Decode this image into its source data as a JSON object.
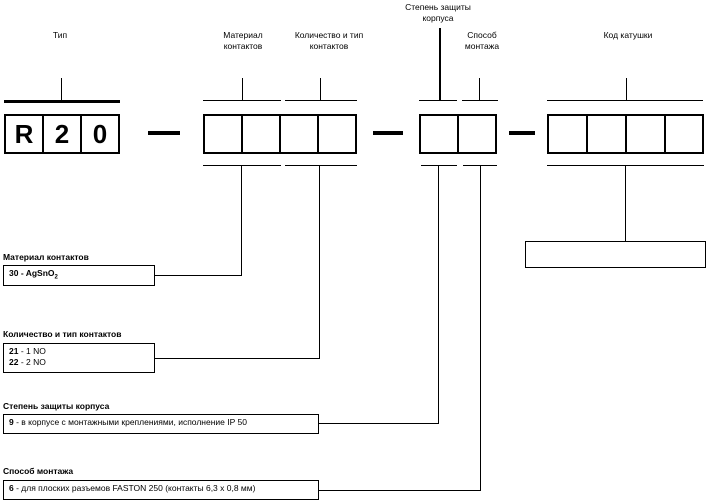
{
  "headers": {
    "type": "Тип",
    "material": "Материал\nконтактов",
    "quantity": "Количество и тип\nконтактов",
    "protection": "Степень защиты\nкорпуса",
    "mounting": "Способ\nмонтажа",
    "coil": "Код катушки"
  },
  "code": {
    "c1": "R",
    "c2": "2",
    "c3": "0"
  },
  "sections": {
    "material": {
      "title": "Материал контактов",
      "line1_bold": "30 - AgSnO",
      "line1_sub": "2"
    },
    "quantity": {
      "title": "Количество и тип контактов",
      "row1_code": "21",
      "row1_text": " - 1 NO",
      "row2_code": "22",
      "row2_text": " - 2 NO"
    },
    "protection": {
      "title": "Степень защиты корпуса",
      "code": "9",
      "text": " - в корпусе с монтажными креплениями, исполнение IP 50"
    },
    "mounting": {
      "title": "Способ монтажа",
      "code": "6",
      "text": " - для плоских разъемов FASTON 250 (контакты 6,3 x 0,8 мм)"
    }
  }
}
